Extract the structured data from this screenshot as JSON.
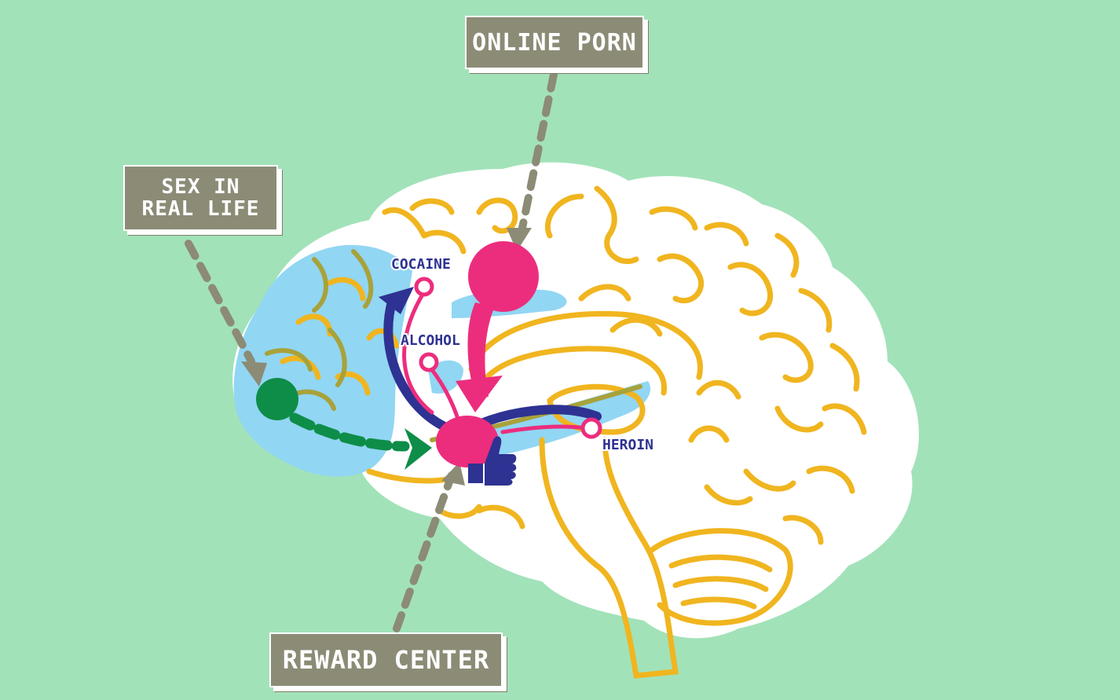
{
  "labels": {
    "online_porn": "ONLINE PORN",
    "sex_in_real_life_line1": "SEX IN",
    "sex_in_real_life_line2": "REAL LIFE",
    "reward_center": "REWARD CENTER"
  },
  "drugs": {
    "cocaine": "COCAINE",
    "alcohol": "ALCOHOL",
    "heroin": "HEROIN"
  },
  "colors": {
    "background": "#a2e2b9",
    "brain_fill": "#ffffff",
    "brain_outline": "#f0b51f",
    "prefrontal_region": "#91d6f3",
    "pink_pathway": "#ec2d7d",
    "navy_pathway": "#2e3292",
    "green_pathway": "#0e8d48",
    "label_box": "#8c8b76"
  },
  "icons": [
    "thumbs-up-icon"
  ]
}
